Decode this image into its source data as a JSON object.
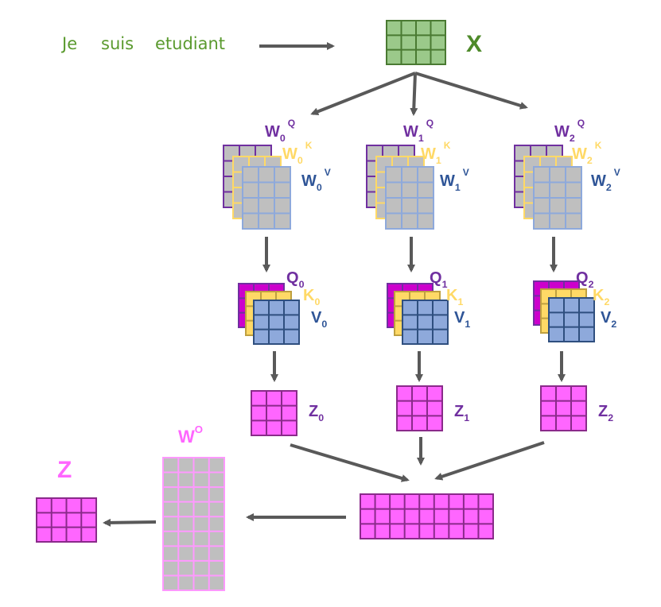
{
  "input": {
    "words": [
      "Je",
      "suis",
      "etudiant"
    ],
    "x_label": "X"
  },
  "heads": [
    {
      "wq": {
        "base": "W",
        "sub": "0",
        "sup": "Q"
      },
      "wk": {
        "base": "W",
        "sub": "0",
        "sup": "K"
      },
      "wv": {
        "base": "W",
        "sub": "0",
        "sup": "V"
      },
      "q": {
        "base": "Q",
        "sub": "0"
      },
      "k": {
        "base": "K",
        "sub": "0"
      },
      "v": {
        "base": "V",
        "sub": "0"
      },
      "z": {
        "base": "Z",
        "sub": "0"
      }
    },
    {
      "wq": {
        "base": "W",
        "sub": "1",
        "sup": "Q"
      },
      "wk": {
        "base": "W",
        "sub": "1",
        "sup": "K"
      },
      "wv": {
        "base": "W",
        "sub": "1",
        "sup": "V"
      },
      "q": {
        "base": "Q",
        "sub": "1"
      },
      "k": {
        "base": "K",
        "sub": "1"
      },
      "v": {
        "base": "V",
        "sub": "1"
      },
      "z": {
        "base": "Z",
        "sub": "1"
      }
    },
    {
      "wq": {
        "base": "W",
        "sub": "2",
        "sup": "Q"
      },
      "wk": {
        "base": "W",
        "sub": "2",
        "sup": "K"
      },
      "wv": {
        "base": "W",
        "sub": "2",
        "sup": "V"
      },
      "q": {
        "base": "Q",
        "sub": "2"
      },
      "k": {
        "base": "K",
        "sub": "2"
      },
      "v": {
        "base": "V",
        "sub": "2"
      },
      "z": {
        "base": "Z",
        "sub": "2"
      }
    }
  ],
  "output": {
    "wo": {
      "base": "W",
      "sup": "O"
    },
    "z_label": "Z"
  },
  "colors": {
    "input_fill": "#9bc98a",
    "input_stroke": "#4a7a32",
    "words_color": "#5a9a2e",
    "x_color": "#4e8a2a",
    "q_color": "#7030a0",
    "k_color": "#ffd966",
    "v_color": "#2f5597",
    "w_fill": "#bfbfbf",
    "q_fill": "#cc00cc",
    "k_fill": "#ffd966",
    "v_fill": "#8ea9db",
    "z_fill": "#ff66ff",
    "z_stroke": "#8a2a8a",
    "wo_stroke": "#ff99ff",
    "z_label_color": "#ff66ff",
    "arrow": "#595959"
  }
}
